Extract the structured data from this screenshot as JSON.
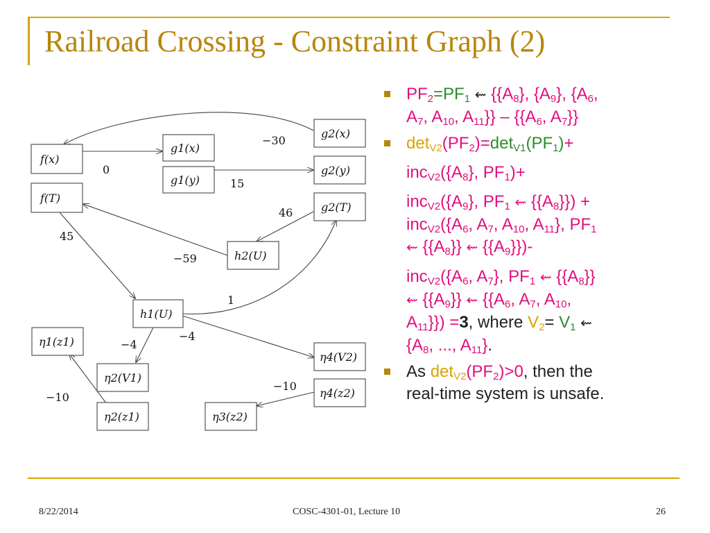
{
  "slide": {
    "title": "Railroad Crossing - Constraint Graph (2)",
    "footer": {
      "date": "8/22/2014",
      "course": "COSC-4301-01, Lecture 10",
      "page": "26"
    }
  },
  "graph": {
    "nodes": {
      "fx": "f(x)",
      "fT": "f(T)",
      "g1x": "g1(x)",
      "g1y": "g1(y)",
      "g2x": "g2(x)",
      "g2y": "g2(y)",
      "g2T": "g2(T)",
      "h2U": "h2(U)",
      "h1U": "h1(U)",
      "n1z1": "η1(z1)",
      "n2V1": "η2(V1)",
      "n2z1": "η2(z1)",
      "n4V2": "η4(V2)",
      "n4z2": "η4(z2)",
      "n3z2": "η3(z2)"
    },
    "edge_labels": {
      "l0": "0",
      "l30": "−30",
      "l15": "15",
      "l46": "46",
      "l45": "45",
      "l59": "−59",
      "l1": "1",
      "l4a": "−4",
      "l4b": "−4",
      "l10a": "−10",
      "l10b": "−10"
    }
  },
  "bullets": {
    "b1": {
      "pf2": "PF",
      "pf2_sub": "2",
      "eq": "=",
      "pf1": "PF",
      "pf1_sub": "1",
      "s1": "{{A",
      "s1_sub": "8",
      "s2": "}, {A",
      "s2_sub": "9",
      "s3": "},  {A",
      "s3_sub": "6",
      "s4": ",",
      "s5": "A",
      "s5_sub": "7",
      "s6": ", A",
      "s6_sub": "10",
      "s7": ", A",
      "s7_sub": "11",
      "s8": "}} – {{A",
      "s8_sub": "6",
      "s9": ", A",
      "s9_sub": "7",
      "s10": "}}"
    },
    "b2": {
      "det": "det",
      "det_sub": "V2",
      "pf": "(PF",
      "pf_sub": "2",
      "close": ")",
      "eq": "=",
      "det1": "det",
      "det1_sub": "V1",
      "pf1": "(PF",
      "pf1_sub": "1",
      "close1": ")",
      "plus": "+",
      "l2": "inc",
      "l2_sub": "V2",
      "l2b": "({A",
      "l2b_sub": "8",
      "l2c": "}, PF",
      "l2c_sub": "1",
      "l2d": ")+",
      "l3": "inc",
      "l3_sub": "V2",
      "l3b": "({A",
      "l3b_sub": "9",
      "l3c": "}, PF",
      "l3c_sub": "1",
      "l3d": "{{A",
      "l3d_sub": "8",
      "l3e": "}}) +",
      "l4": "inc",
      "l4_sub": "V2",
      "l4b": "({A",
      "l4b_sub": "6",
      "l4c": ", A",
      "l4c_sub": "7",
      "l4d": ", A",
      "l4d_sub": "10",
      "l4e": ", A",
      "l4e_sub": "11",
      "l4f": "}, PF",
      "l4f_sub": "1",
      "l5a": "{{A",
      "l5a_sub": "8",
      "l5b": "}}",
      "l5c": "{{A",
      "l5c_sub": "9",
      "l5d": "}})-",
      "l6": "inc",
      "l6_sub": "V2",
      "l6b": "({A",
      "l6b_sub": "6",
      "l6c": ", A",
      "l6c_sub": "7",
      "l6d": "}, PF",
      "l6d_sub": "1",
      "l6e": "{{A",
      "l6e_sub": "8",
      "l6f": "}}",
      "l7a": "{{A",
      "l7a_sub": "9",
      "l7b": "}}",
      "l7c": "{{A",
      "l7c_sub": "6",
      "l7d": ", A",
      "l7d_sub": "7",
      "l7e": ", A",
      "l7e_sub": "10",
      "l7f": ",",
      "l8a": "A",
      "l8a_sub": "11",
      "l8b": "}}) =",
      "l8c": "3",
      "l8d": ", where ",
      "l8e": "V",
      "l8e_sub": "2",
      "l8f": "= ",
      "l8g": "V",
      "l8g_sub": "1",
      "l9a": "{A",
      "l9a_sub": "8",
      "l9b": ", ..., A",
      "l9b_sub": "11",
      "l9c": "}",
      "l9d": "."
    },
    "b3": {
      "as": "As ",
      "det": "det",
      "det_sub": "V2",
      "pf": "(PF",
      "pf_sub": "2",
      "gt": ")>0",
      "rest1": ", then the",
      "rest2": "real-time system is unsafe."
    },
    "symbol": "⇜"
  },
  "colors": {
    "accent": "#d9a400",
    "magenta": "#e0107d",
    "green": "#2e8b2e"
  }
}
